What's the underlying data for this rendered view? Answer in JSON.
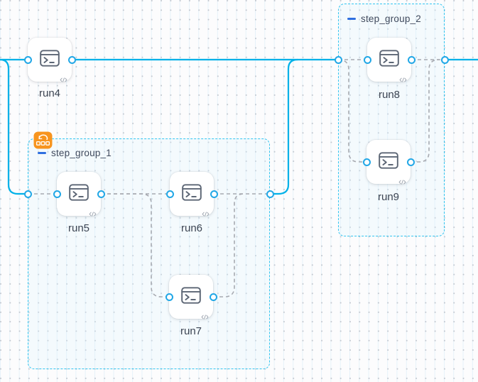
{
  "canvas": {
    "type": "workflow-dag-editor"
  },
  "colors": {
    "edge_solid": "#00b1e8",
    "edge_dashed": "#a7aab1",
    "group_border": "#33c5f0",
    "port_ring": "#21a7e6",
    "collapse_icon_blue": "#2e6fe0",
    "loop_badge_orange": "#f7941e",
    "node_icon_gray": "#5c6675"
  },
  "nodes": [
    {
      "id": "run4",
      "label": "run4",
      "icon": "terminal-icon",
      "badge": "code-icon"
    },
    {
      "id": "run5",
      "label": "run5",
      "icon": "terminal-icon",
      "badge": "code-icon"
    },
    {
      "id": "run6",
      "label": "run6",
      "icon": "terminal-icon",
      "badge": "code-icon"
    },
    {
      "id": "run7",
      "label": "run7",
      "icon": "terminal-icon",
      "badge": "code-icon"
    },
    {
      "id": "run8",
      "label": "run8",
      "icon": "terminal-icon",
      "badge": "code-icon"
    },
    {
      "id": "run9",
      "label": "run9",
      "icon": "terminal-icon",
      "badge": "code-icon"
    }
  ],
  "groups": [
    {
      "id": "step_group_1",
      "label": "step_group_1",
      "collapse_icon": "minus-icon",
      "badge": "loop-retry-icon"
    },
    {
      "id": "step_group_2",
      "label": "step_group_2",
      "collapse_icon": "minus-icon"
    }
  ]
}
